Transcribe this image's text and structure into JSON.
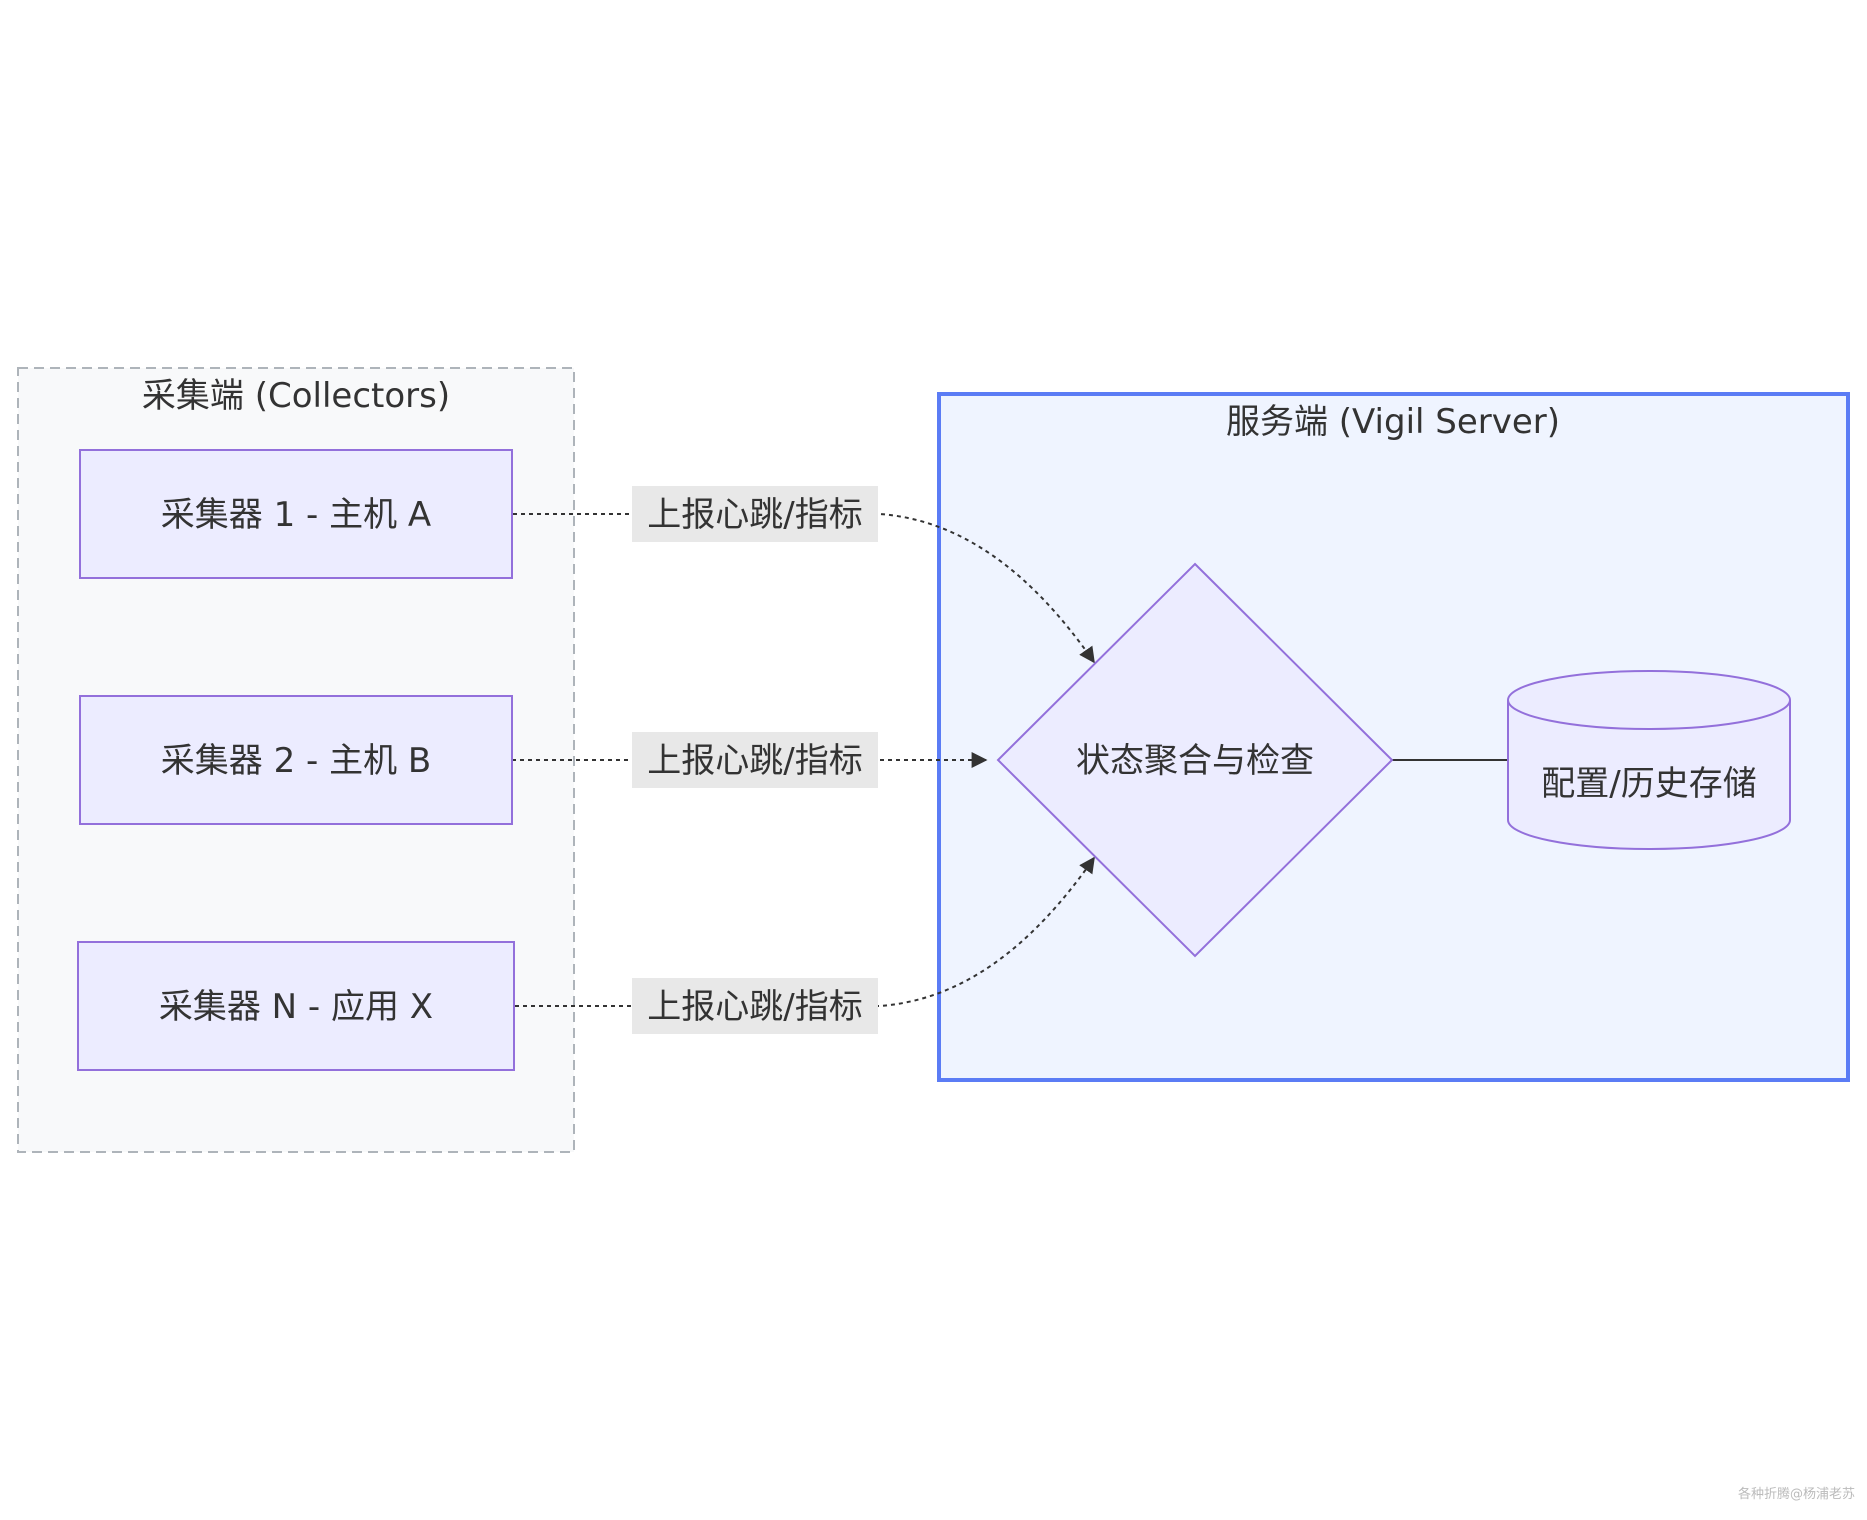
{
  "diagram": {
    "type": "flowchart",
    "colors": {
      "node_fill": "#ECECFF",
      "node_stroke": "#9370DB",
      "collectors_group_fill": "#F8F9FA",
      "collectors_group_stroke": "#AEB4BA",
      "server_group_fill": "#EFF4FF",
      "server_group_stroke": "#5B7CF5",
      "edge": "#333333",
      "edge_label_bg": "#E8E8E8"
    },
    "groups": {
      "collectors": {
        "title": "采集端 (Collectors)"
      },
      "server": {
        "title": "服务端 (Vigil Server)"
      }
    },
    "nodes": {
      "collector1": {
        "label": "采集器 1 - 主机 A",
        "shape": "rect"
      },
      "collector2": {
        "label": "采集器 2 - 主机 B",
        "shape": "rect"
      },
      "collectorN": {
        "label": "采集器 N - 应用 X",
        "shape": "rect"
      },
      "aggregator": {
        "label": "状态聚合与检查",
        "shape": "diamond"
      },
      "storage": {
        "label": "配置/历史存储",
        "shape": "cylinder"
      }
    },
    "edges": [
      {
        "from": "collector1",
        "to": "aggregator",
        "label": "上报心跳/指标",
        "style": "dotted-arrow"
      },
      {
        "from": "collector2",
        "to": "aggregator",
        "label": "上报心跳/指标",
        "style": "dotted-arrow"
      },
      {
        "from": "collectorN",
        "to": "aggregator",
        "label": "上报心跳/指标",
        "style": "dotted-arrow"
      },
      {
        "from": "aggregator",
        "to": "storage",
        "label": "",
        "style": "solid-line"
      }
    ]
  },
  "watermark": "各种折腾@杨浦老苏"
}
